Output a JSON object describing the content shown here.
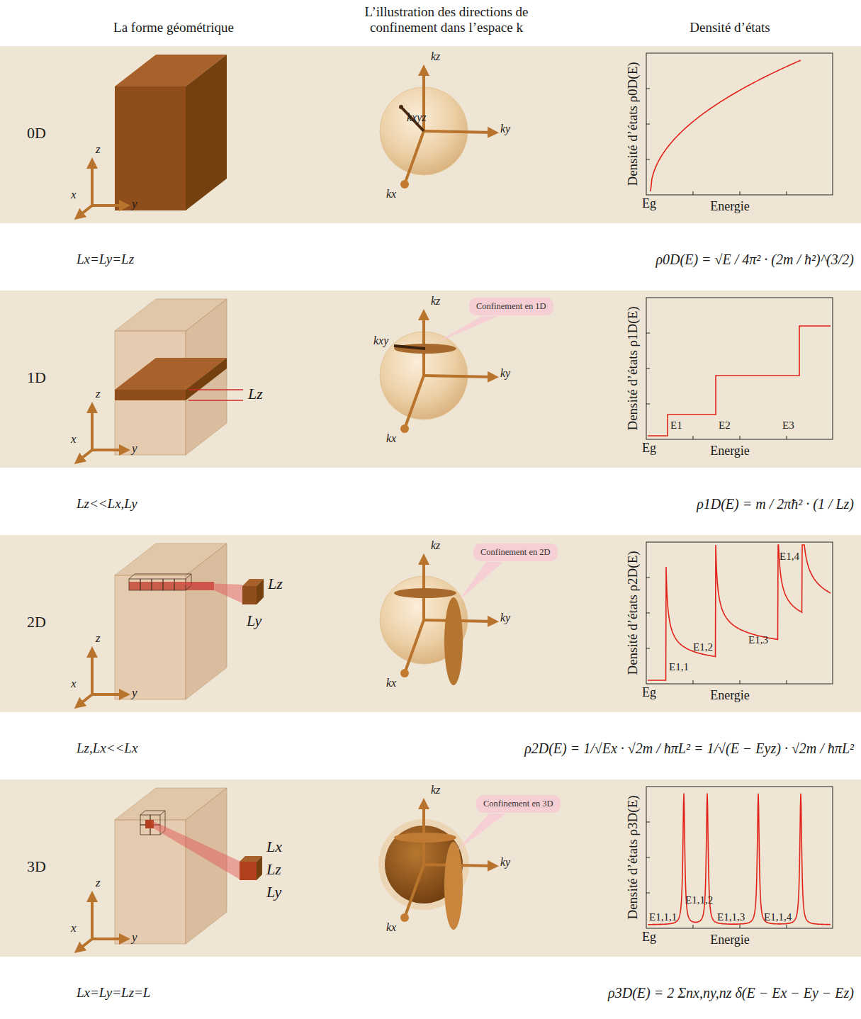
{
  "diagram": {
    "nodes": [
      {
        "text": [
          "0D"
        ]
      },
      {
        "text": [
          "1D"
        ]
      },
      {
        "text": [
          "Confinement en 1D"
        ],
        "in": 1
      },
      {
        "text": [
          "2D"
        ]
      },
      {
        "text": [
          "Confinement en 2D"
        ],
        "in": 3
      },
      {
        "text": [
          "3D"
        ]
      },
      {
        "text": [
          "Confinement en 3D"
        ],
        "in": 5
      }
    ],
    "labels": [
      "La forme géométrique",
      "L’illustration des directions de confinement dans l’espace k",
      "Densité d’états",
      "z",
      "x",
      "y",
      "kz",
      "kxyz",
      "ky",
      "kx",
      "Densité d’états ρ0D(E)",
      "Eg",
      "Energie",
      "Lx=Ly=Lz",
      "ρ0D(E) = √E / 4π² · (2m / ħ²)^(3/2)",
      "z",
      "x",
      "y",
      "Lz",
      "kz",
      "kxy",
      "ky",
      "kx",
      "Densité d’états ρ1D(E)",
      "E1",
      "E2",
      "E3",
      "Eg",
      "Energie",
      "Lz<<Lx,Ly",
      "ρ1D(E) = m / 2πħ² · (1 / Lz)",
      "z",
      "x",
      "y",
      "Lz",
      "Ly",
      "kz",
      "ky",
      "kx",
      "Densité d’états ρ2D(E)",
      "E1,1",
      "E1,2",
      "E1,3",
      "E1,4",
      "Eg",
      "Energie",
      "Lz,Lx<<Lx",
      "ρ2D(E) = 1/√Ex · √2m / ħπL² = 1/√(E − Eyz) · √2m / ħπL²",
      "z",
      "x",
      "y",
      "Lx",
      "Lz",
      "Ly",
      "kz",
      "ky",
      "kx",
      "Densité d’états ρ3D(E)",
      "E1,1,1",
      "E1,1,2",
      "E1,1,3",
      "E1,1,4",
      "Eg",
      "Energie",
      "Lx=Ly=Lz=L",
      "ρ3D(E) = 2 Σnx,ny,nz δ(E − Ex − Ey − Ez)"
    ]
  }
}
